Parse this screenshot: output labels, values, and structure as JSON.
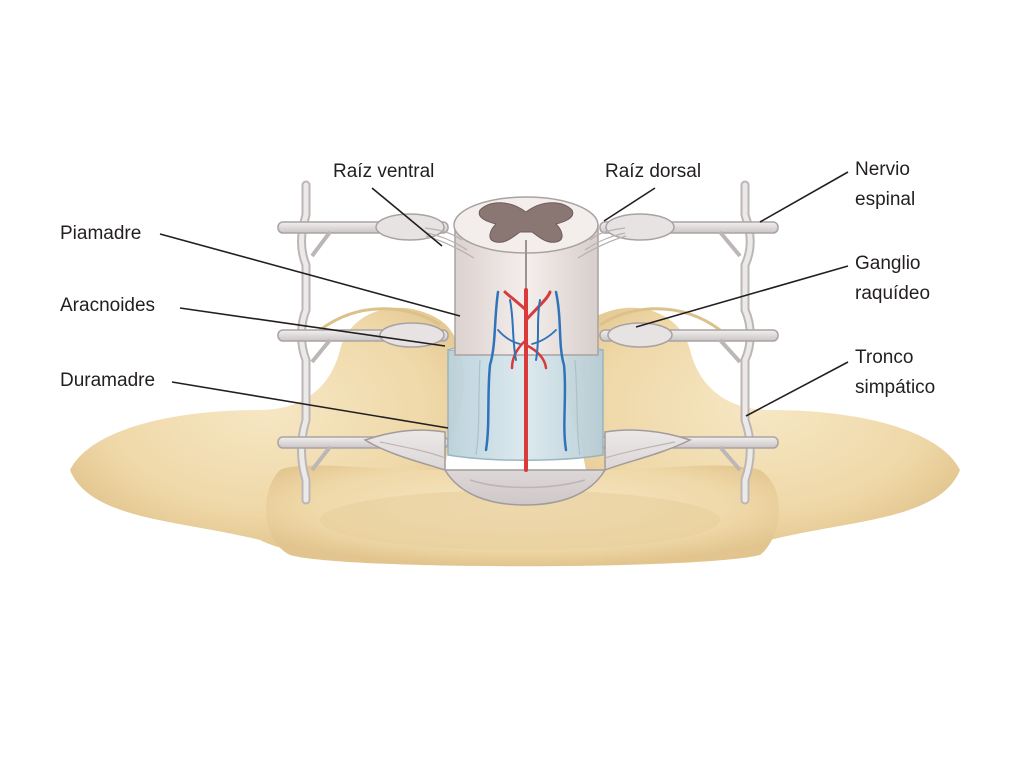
{
  "labels": {
    "raiz_ventral": "Raíz ventral",
    "raiz_dorsal": "Raíz dorsal",
    "nervio_espinal": [
      "Nervio",
      "espinal"
    ],
    "piamadre": "Piamadre",
    "aracnoides": "Aracnoides",
    "duramadre": "Duramadre",
    "ganglio_raquideo": [
      "Ganglio",
      "raquídeo"
    ],
    "tronco_simpatico": [
      "Tronco",
      "simpático"
    ]
  },
  "colors": {
    "bone": "#f1ddb0",
    "bone_shadow": "#d8bf8a",
    "nerve": "#e6e1e1",
    "nerve_outline": "#a9a2a2",
    "dura": "#e4dfdf",
    "arachnoid": "#c9dee6",
    "cord": "#eee7e5",
    "gray_matter": "#8a7672",
    "artery": "#d93a3a",
    "vein": "#2f73b8",
    "leader": "#231f20"
  }
}
